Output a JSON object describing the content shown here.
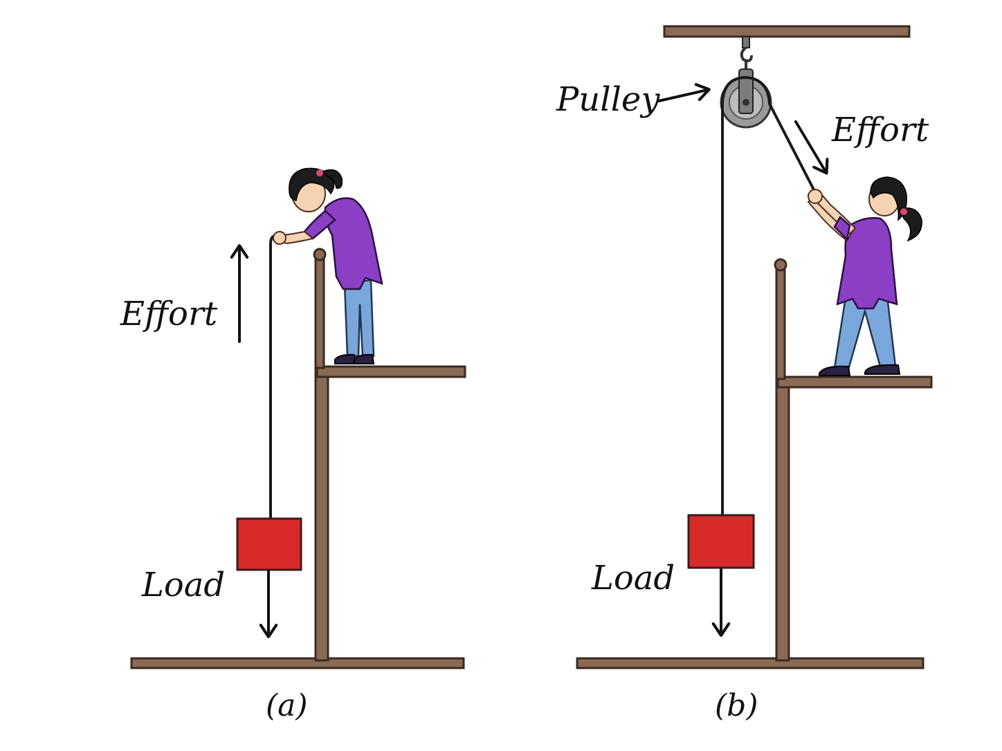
{
  "panel_a": {
    "effort_label": "Effort",
    "load_label": "Load",
    "caption": "(a)"
  },
  "panel_b": {
    "pulley_label": "Pulley",
    "effort_label": "Effort",
    "load_label": "Load",
    "caption": "(b)"
  },
  "colors": {
    "wood": "#8a6a55",
    "load": "#d92a2a",
    "shirt": "#8a3fc4",
    "jeans": "#79a7dc",
    "pulley": "#9a9a9a"
  }
}
